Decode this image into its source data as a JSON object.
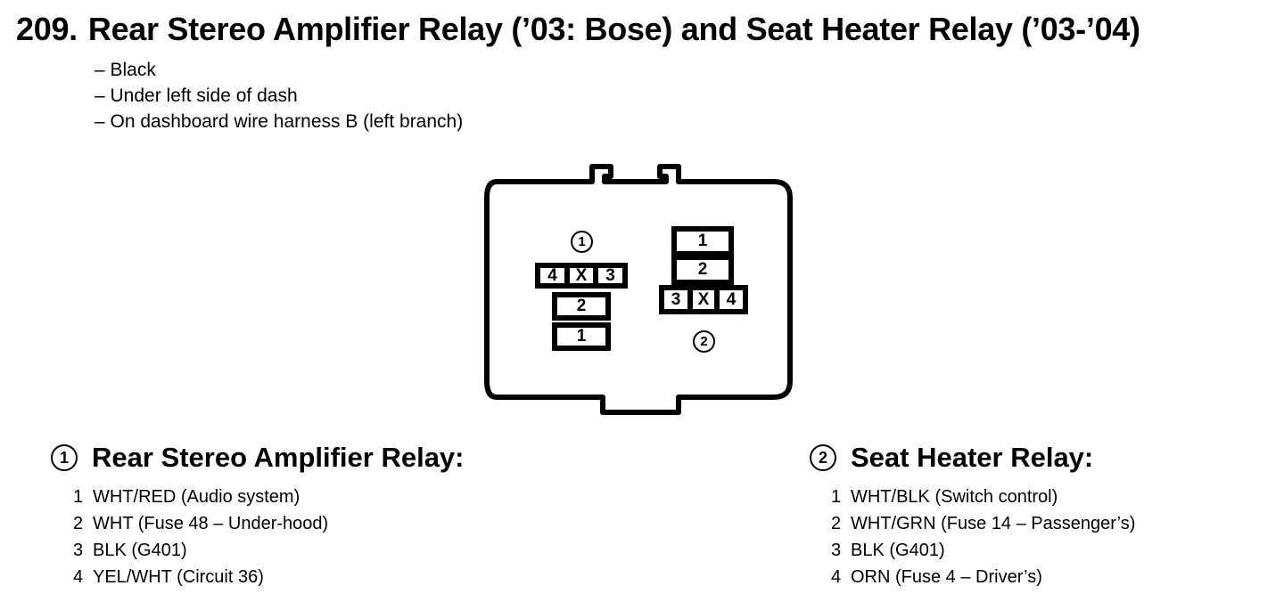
{
  "header": {
    "number": "209.",
    "title": "Rear Stereo Amplifier Relay (’03: Bose) and Seat Heater Relay (’03-’04)"
  },
  "details": [
    "– Black",
    "– Under left side of dash",
    "– On dashboard wire harness B (left branch)"
  ],
  "connector": {
    "left": {
      "marker": "1",
      "top_row": [
        "4",
        "X",
        "3"
      ],
      "pin_2": "2",
      "pin_1": "1"
    },
    "right": {
      "marker": "2",
      "pin_1": "1",
      "pin_2": "2",
      "bottom_row": [
        "3",
        "X",
        "4"
      ]
    }
  },
  "relays": [
    {
      "marker": "1",
      "heading": "Rear Stereo Amplifier Relay:",
      "pins": [
        {
          "num": "1",
          "desc": "WHT/RED (Audio system)"
        },
        {
          "num": "2",
          "desc": "WHT (Fuse 48 – Under-hood)"
        },
        {
          "num": "3",
          "desc": "BLK (G401)"
        },
        {
          "num": "4",
          "desc": "YEL/WHT (Circuit 36)"
        }
      ]
    },
    {
      "marker": "2",
      "heading": "Seat Heater Relay:",
      "pins": [
        {
          "num": "1",
          "desc": "WHT/BLK (Switch control)"
        },
        {
          "num": "2",
          "desc": "WHT/GRN (Fuse 14 – Passenger’s)"
        },
        {
          "num": "3",
          "desc": "BLK (G401)"
        },
        {
          "num": "4",
          "desc": "ORN (Fuse 4 – Driver’s)"
        }
      ]
    }
  ]
}
